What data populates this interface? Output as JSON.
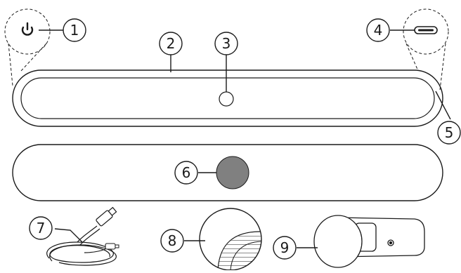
{
  "callouts": {
    "c1": "1",
    "c2": "2",
    "c3": "3",
    "c4": "4",
    "c5": "5",
    "c6": "6",
    "c7": "7",
    "c8": "8",
    "c9": "9"
  },
  "colors": {
    "stroke": "#1a1a1a",
    "sensor_fill": "#808080",
    "background": "#ffffff"
  },
  "icons": {
    "power": "power-icon",
    "usb_c": "usb-c-port-icon"
  }
}
